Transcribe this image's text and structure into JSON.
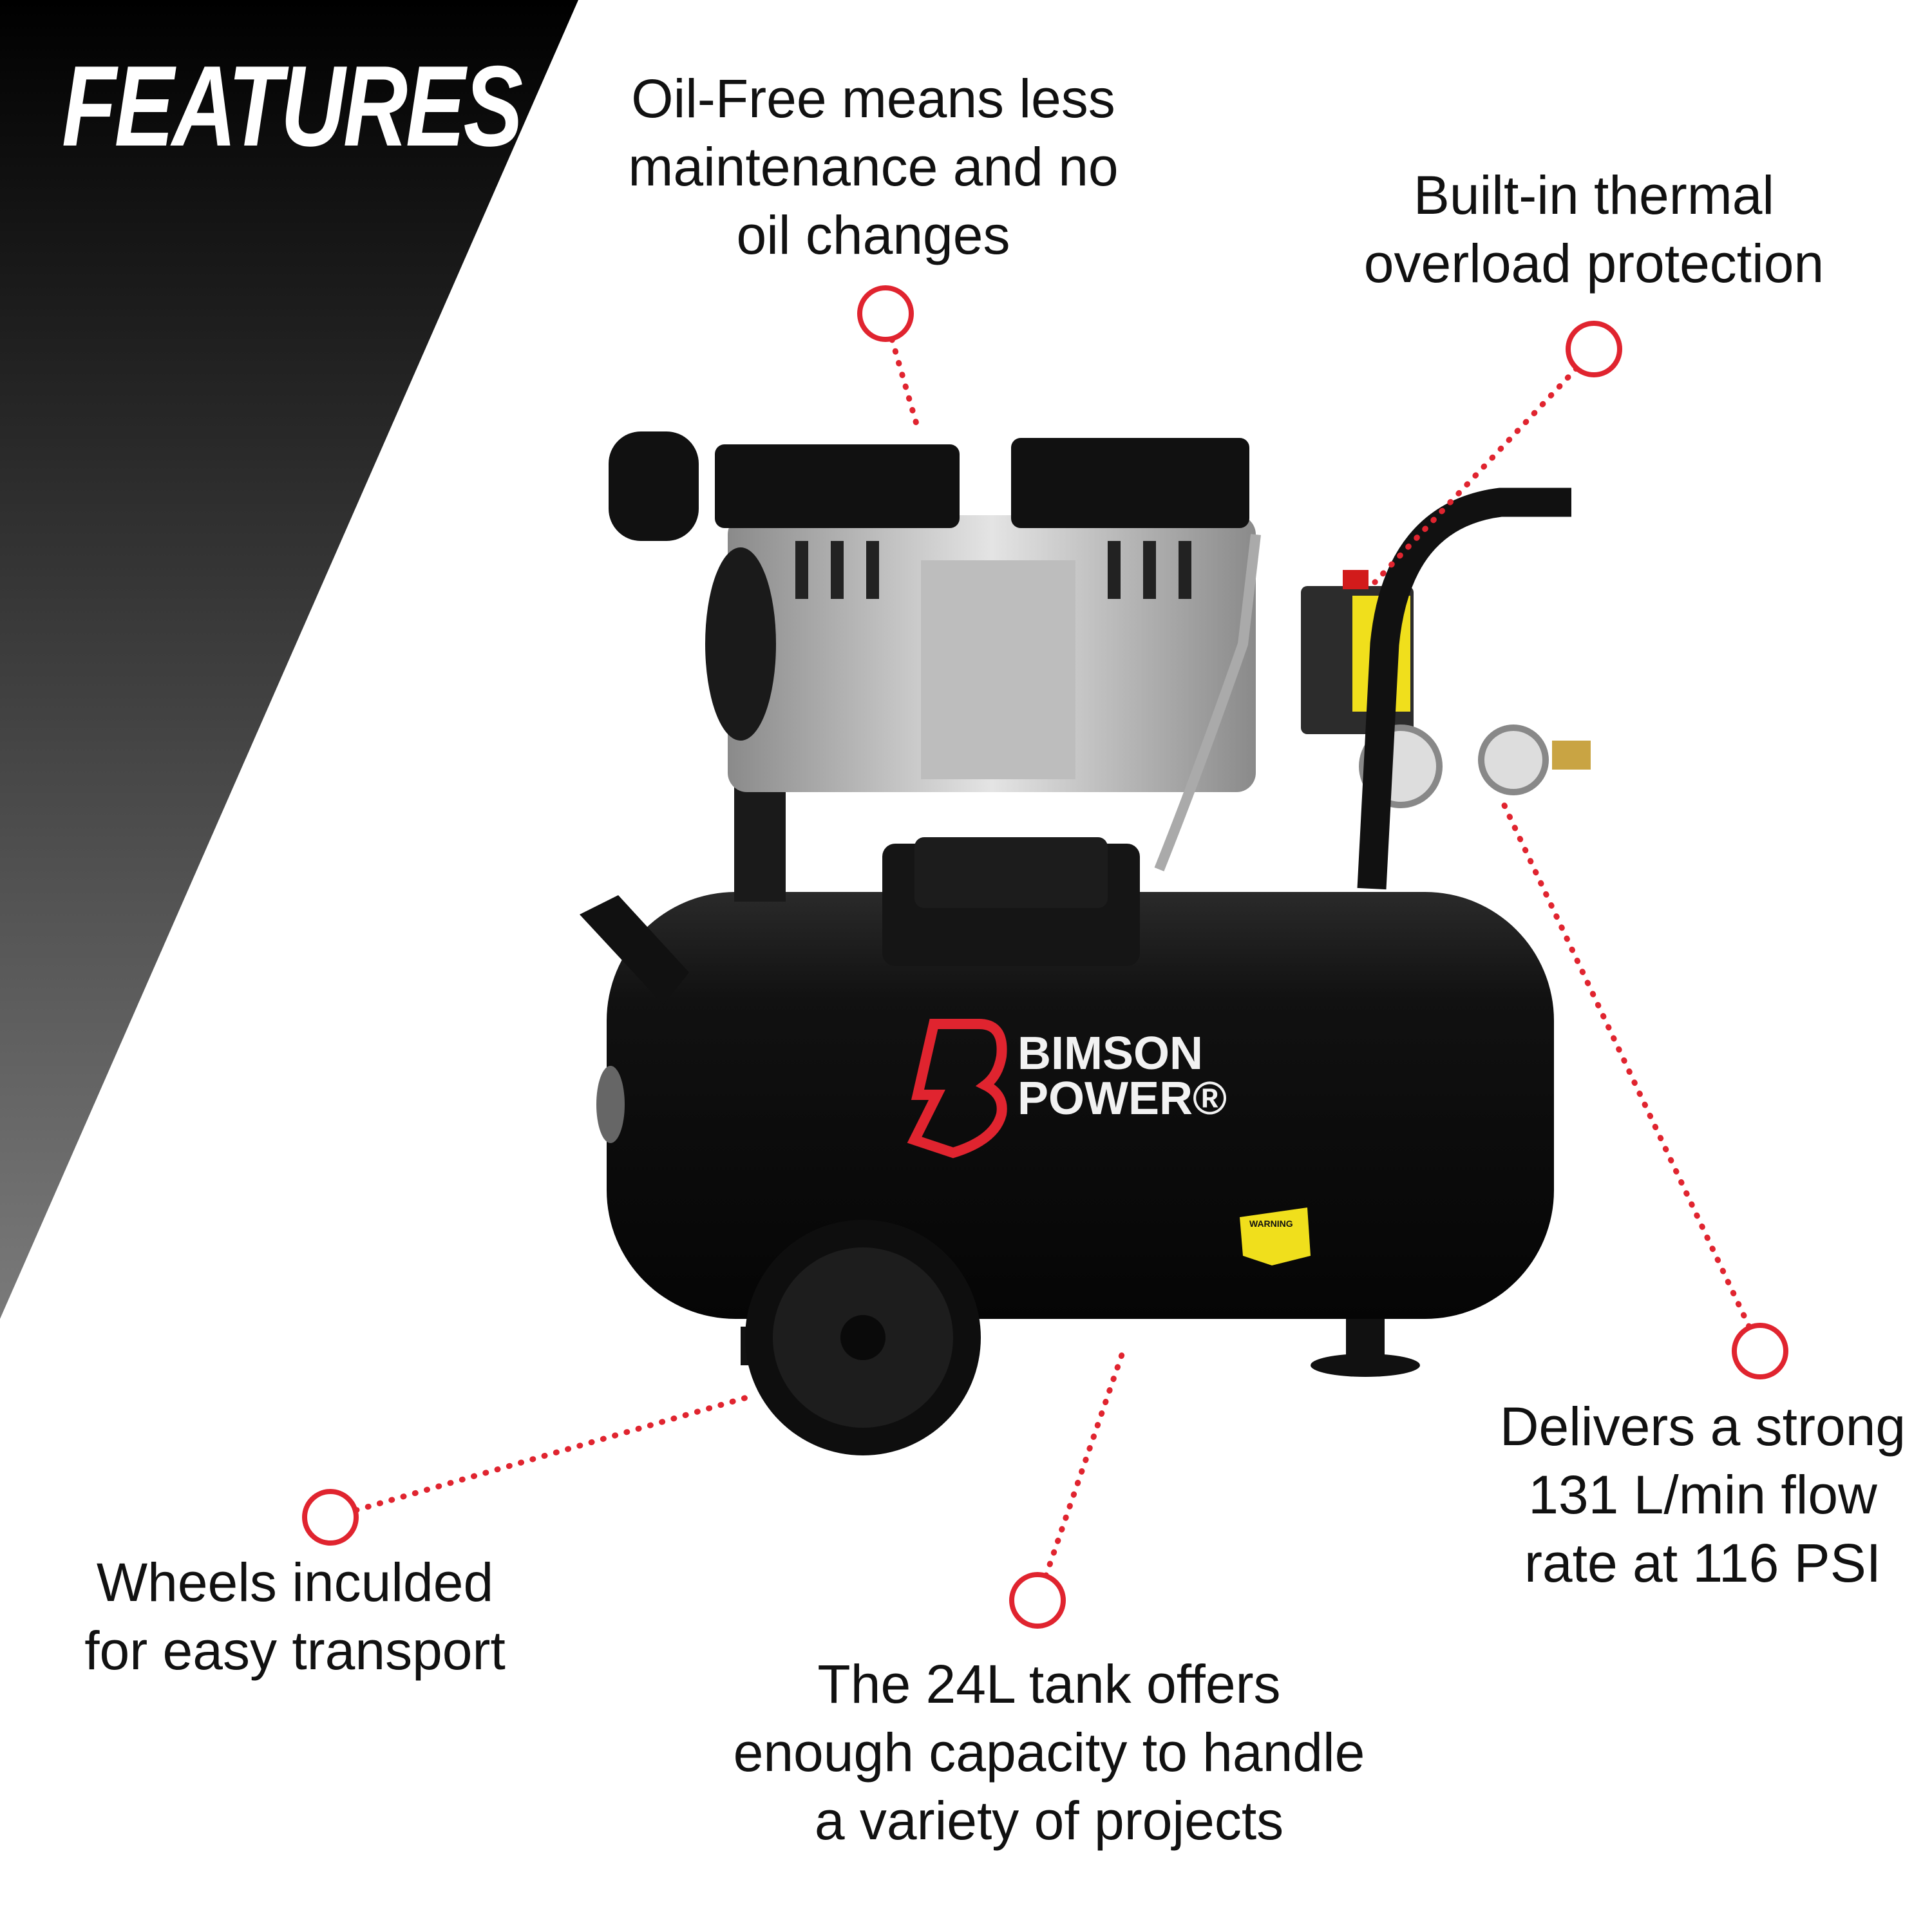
{
  "title": "FEATURES",
  "colors": {
    "accent": "#e0242f",
    "panel_top": "#000000",
    "panel_bottom": "#7a7a7a",
    "text": "#111111",
    "tank": "#0d0d0d"
  },
  "product": {
    "brand_logo_line1": "BIMSON",
    "brand_logo_line2": "POWER®",
    "warning_label": "WARNING"
  },
  "features": [
    {
      "id": "oil-free",
      "lines": [
        "Oil-Free means less",
        "maintenance and no",
        "oil changes"
      ]
    },
    {
      "id": "thermal",
      "lines": [
        "Built-in thermal",
        "overload protection"
      ]
    },
    {
      "id": "flow",
      "lines": [
        "Delivers a strong",
        "131 L/min flow",
        "rate at 116 PSI"
      ]
    },
    {
      "id": "wheels",
      "lines": [
        "Wheels inculded",
        "for easy transport"
      ]
    },
    {
      "id": "tank",
      "lines": [
        "The 24L tank offers",
        "enough capacity to handle",
        "a variety of projects"
      ]
    }
  ]
}
